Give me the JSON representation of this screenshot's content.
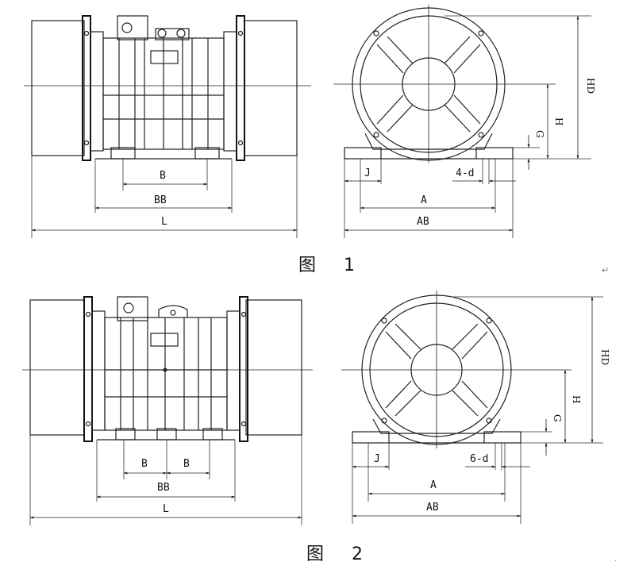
{
  "figure1": {
    "caption": "图 1",
    "side_labels": {
      "B": "B",
      "BB": "BB",
      "L": "L"
    },
    "front_labels": {
      "HD": "HD",
      "H": "H",
      "G": "G",
      "J": "J",
      "holes": "4-d",
      "A": "A",
      "AB": "AB"
    }
  },
  "figure2": {
    "caption": "图 2",
    "side_labels": {
      "B1": "B",
      "B2": "B",
      "BB": "BB",
      "L": "L"
    },
    "front_labels": {
      "HD": "HD",
      "H": "H",
      "G": "G",
      "J": "J",
      "holes": "6-d",
      "A": "A",
      "AB": "AB"
    }
  },
  "marks": {
    "return_arrow": "↵",
    "dot": "·"
  }
}
